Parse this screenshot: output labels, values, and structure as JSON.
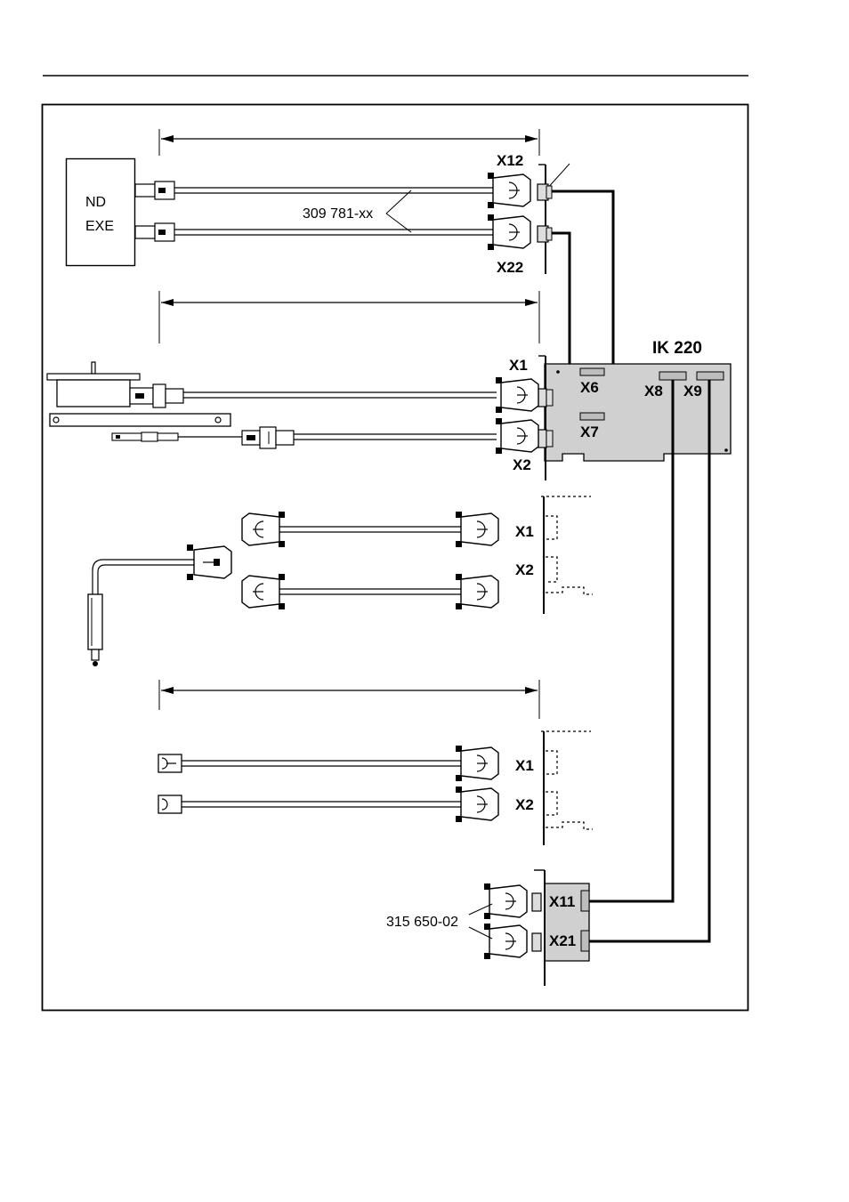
{
  "device_box": {
    "line1": "ND",
    "line2": "EXE"
  },
  "cable_labels": {
    "adapter_cable": "309 781-xx",
    "bracket_cable": "315 650-02"
  },
  "card": {
    "title": "IK 220"
  },
  "connectors": {
    "x12": "X12",
    "x22": "X22",
    "x1": "X1",
    "x2": "X2",
    "x6": "X6",
    "x7": "X7",
    "x8": "X8",
    "x9": "X9",
    "x11": "X11",
    "x21": "X21"
  },
  "colors": {
    "card_fill": "#d0d0d0",
    "line": "#000000"
  }
}
